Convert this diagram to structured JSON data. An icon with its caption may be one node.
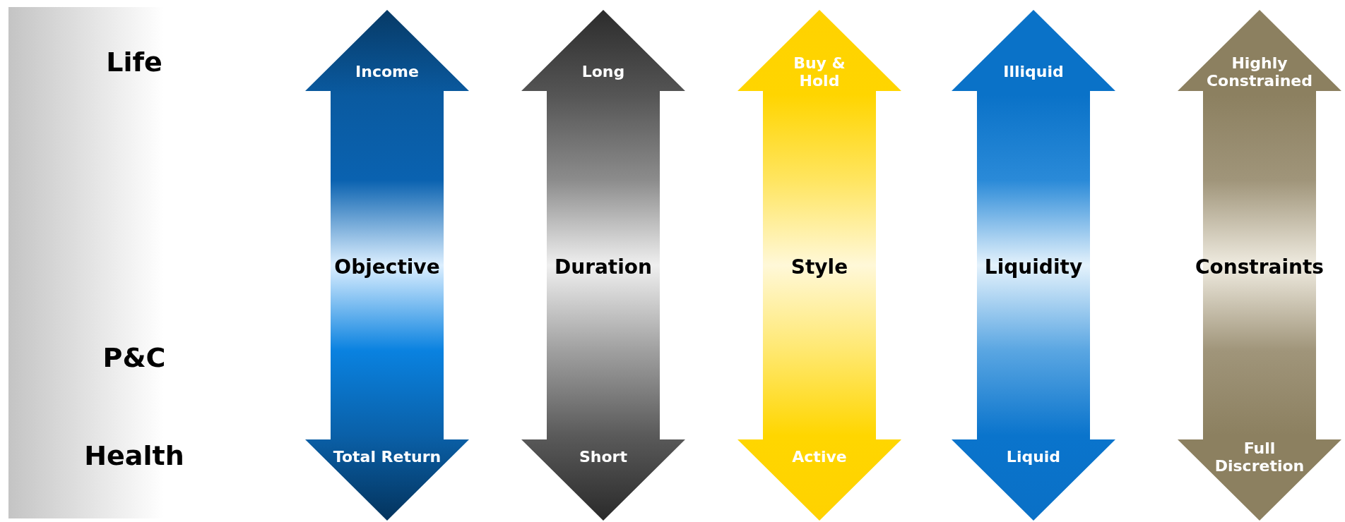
{
  "diagram": {
    "nodes": [
      {
        "text": [
          "Life",
          "P&C",
          "Health"
        ]
      },
      {
        "text": [
          "Income",
          "Objective",
          "Total Return"
        ]
      },
      {
        "text": [
          "Long",
          "Duration",
          "Short"
        ]
      },
      {
        "text": [
          "Buy & Hold",
          "Style",
          "Active"
        ]
      },
      {
        "text": [
          "Illiquid",
          "Liquidity",
          "Liquid"
        ]
      },
      {
        "text": [
          "Highly Constrained",
          "Constraints",
          "Full Discretion"
        ]
      }
    ]
  }
}
